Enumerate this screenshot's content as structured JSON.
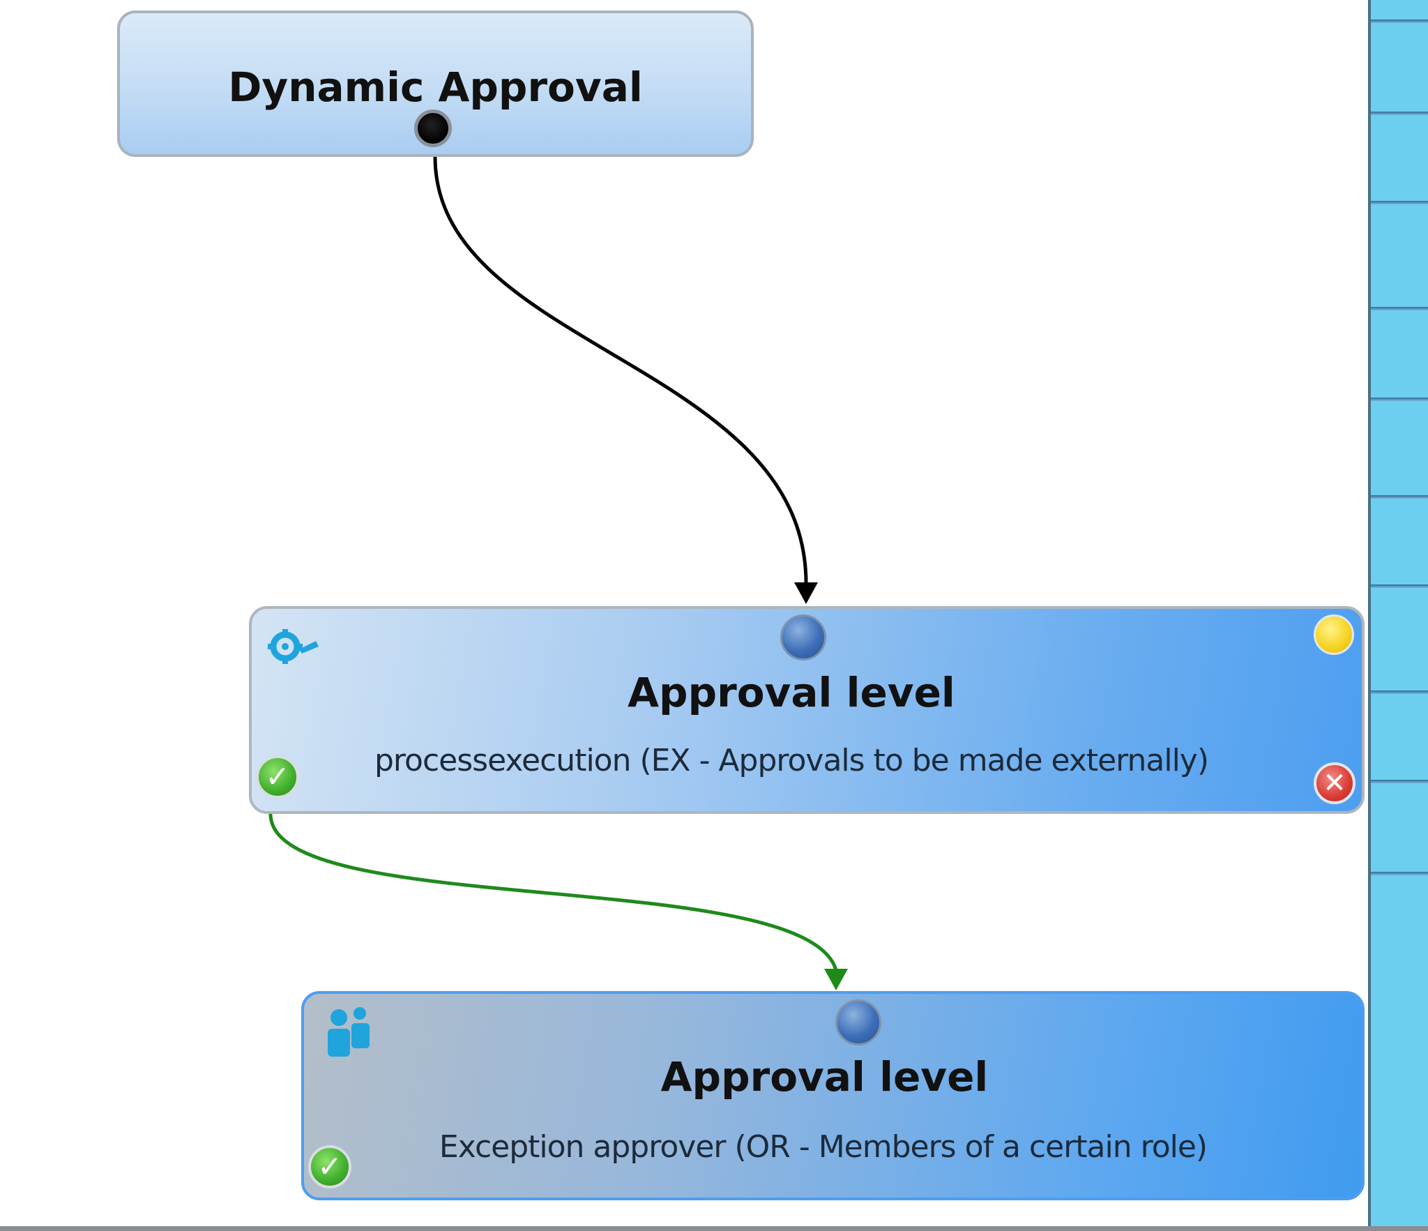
{
  "diagram": {
    "nodes": [
      {
        "id": "start",
        "title": "Dynamic Approval"
      },
      {
        "id": "level1",
        "title": "Approval level",
        "subtitle": "processexecution (EX - Approvals to be made externally)",
        "type_icon": "gear-script-icon"
      },
      {
        "id": "level2",
        "title": "Approval level",
        "subtitle": "Exception approver (OR - Members of a certain role)",
        "type_icon": "people-icon"
      }
    ],
    "edges": [
      {
        "from": "start",
        "to": "level1",
        "kind": "default",
        "color": "#000000"
      },
      {
        "from": "level1",
        "to": "level2",
        "kind": "success",
        "color": "#1e8a1a"
      }
    ],
    "colors": {
      "success": "#3fae2c",
      "error": "#d93b33",
      "warning": "#f4d21e",
      "node_blue": "#4d9ef0",
      "side_panel": "#6dcff0"
    },
    "icons": [
      "gear-script-icon",
      "people-icon",
      "checkmark-icon",
      "close-icon",
      "warning-dot-icon"
    ]
  }
}
